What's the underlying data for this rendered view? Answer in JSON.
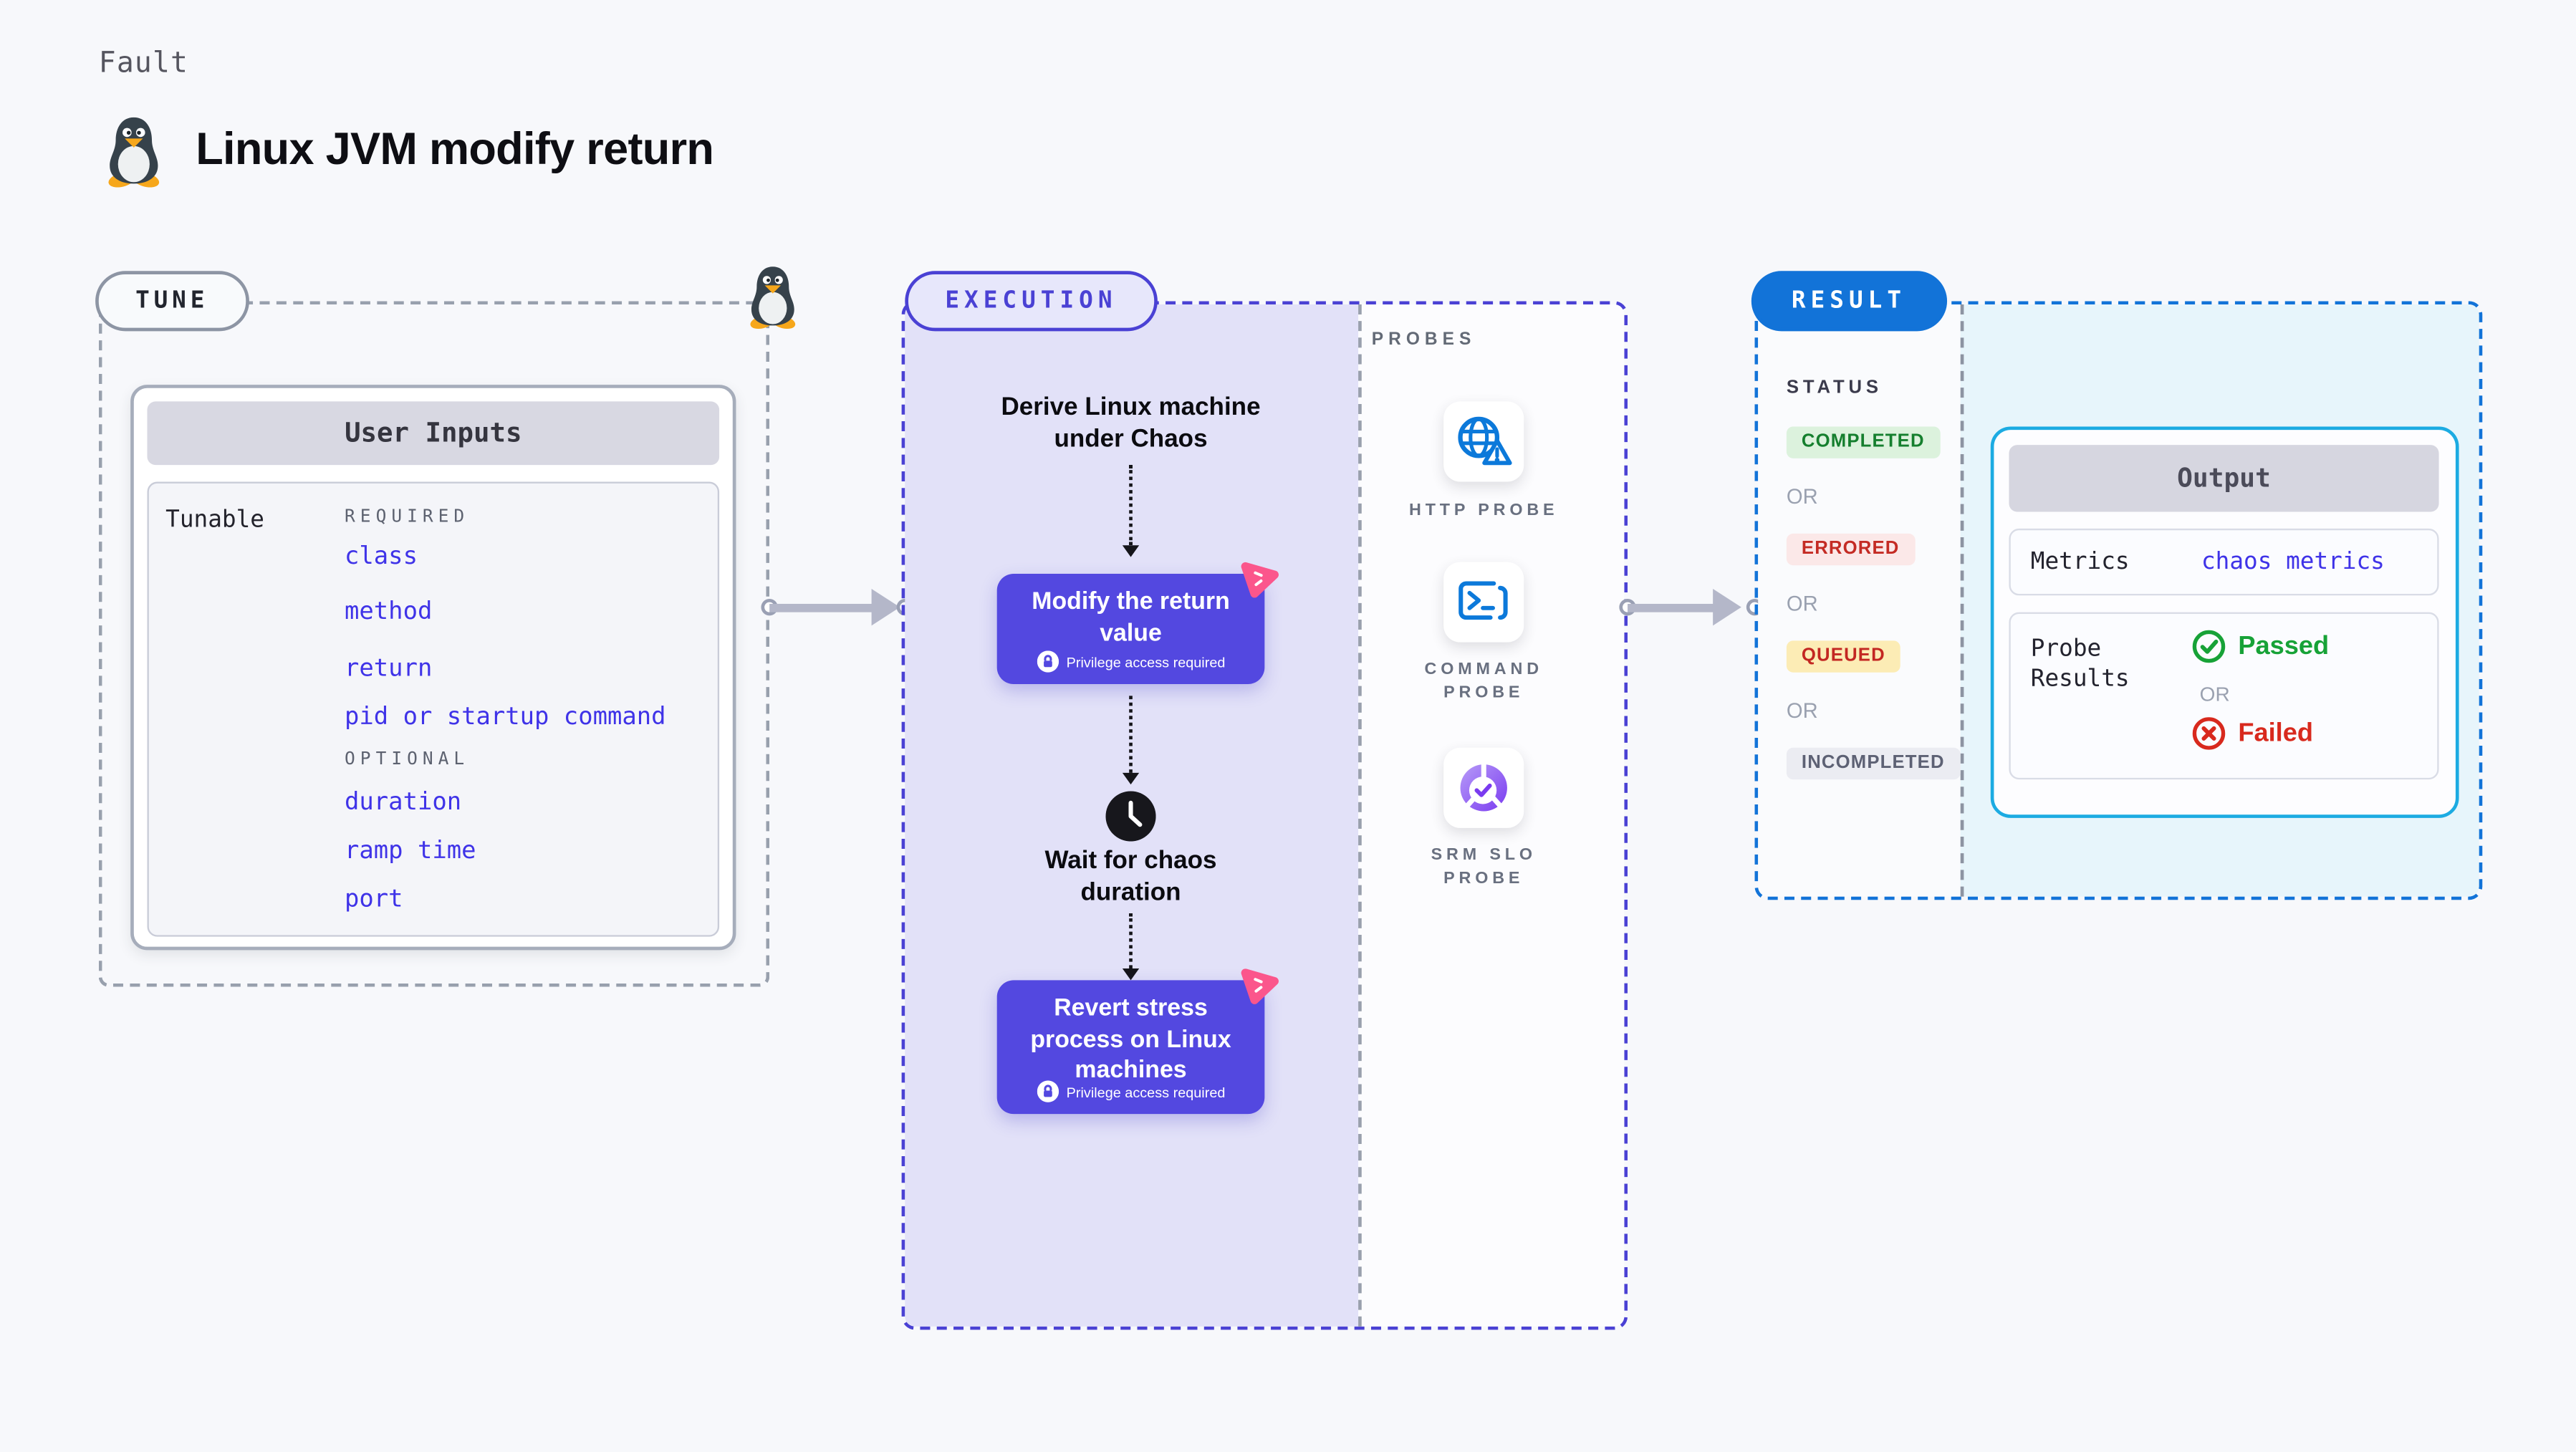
{
  "header": {
    "kicker": "Fault",
    "title": "Linux JVM modify return"
  },
  "tune": {
    "pill": "TUNE",
    "card_header": "User Inputs",
    "row_label": "Tunable",
    "required_label": "REQUIRED",
    "required": [
      "class",
      "method",
      "return",
      "pid or startup command"
    ],
    "optional_label": "OPTIONAL",
    "optional": [
      "duration",
      "ramp time",
      "port"
    ]
  },
  "execution": {
    "pill": "EXECUTION",
    "derive": "Derive Linux machine under Chaos",
    "node1": {
      "title": "Modify the return value",
      "badge": "Privilege access required"
    },
    "wait": "Wait for chaos duration",
    "node2": {
      "title": "Revert stress process on Linux machines",
      "badge": "Privilege access required"
    }
  },
  "probes": {
    "label": "PROBES",
    "items": [
      {
        "name": "HTTP PROBE",
        "icon": "http-probe-icon"
      },
      {
        "name": "COMMAND PROBE",
        "icon": "command-probe-icon"
      },
      {
        "name": "SRM SLO PROBE",
        "icon": "srm-slo-probe-icon"
      }
    ]
  },
  "result": {
    "pill": "RESULT",
    "status_label": "STATUS",
    "or_label": "OR",
    "statuses": [
      {
        "label": "COMPLETED",
        "fg": "#157f2e",
        "bg": "#dcf2dd"
      },
      {
        "label": "ERRORED",
        "fg": "#c42b24",
        "bg": "#fbe8e8"
      },
      {
        "label": "QUEUED",
        "fg": "#c32722",
        "bg": "#fcecb5"
      },
      {
        "label": "INCOMPLETED",
        "fg": "#5d6174",
        "bg": "#ebecf2"
      }
    ],
    "output": {
      "header": "Output",
      "metrics_label": "Metrics",
      "metrics_value": "chaos metrics",
      "probe_results_label": "Probe Results",
      "passed": "Passed",
      "failed": "Failed"
    }
  },
  "colors": {
    "page_bg": "#f7f8fb",
    "accent_indigo": "#4a41d4",
    "node_purple": "#5348e0",
    "accent_blue": "#1273d8",
    "accent_cyan": "#1cabe2",
    "link_blue": "#3f33e8",
    "probe_icon_blue": "#0c79da",
    "slo_purple": "#7a3bf0",
    "pink_logo": "#fb568c",
    "lavender_bg": "#e2e1f8",
    "output_bg": "#e7f5fb"
  }
}
